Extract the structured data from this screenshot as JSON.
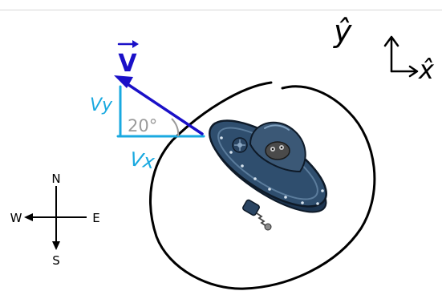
{
  "vector": {
    "label": "V",
    "color": "#1a10c8"
  },
  "components": {
    "vy_label": "Vy",
    "vx_label": "Vx",
    "color": "#19a9e0"
  },
  "angle": {
    "label": "20°",
    "color": "#9a9a9a"
  },
  "axes": {
    "y_label": "ŷ",
    "x_label": "x̂"
  },
  "compass": {
    "north": "N",
    "south": "S",
    "east": "E",
    "west": "W"
  },
  "colors": {
    "ufo_body": "#2f4e6e",
    "ufo_dark": "#1d3550",
    "ufo_dome": "#3b5876",
    "ink": "#000000"
  }
}
